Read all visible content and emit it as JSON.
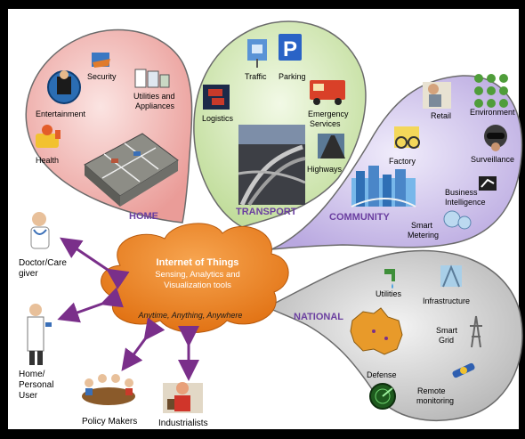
{
  "center": {
    "title": "Internet of Things",
    "subtitle_line1": "Sensing, Analytics and",
    "subtitle_line2": "Visualization tools",
    "tagline": "Anytime, Anything, Anywhere"
  },
  "domains": {
    "home": {
      "label": "HOME",
      "items": {
        "entertainment": "Entertainment",
        "security": "Security",
        "utilities_line1": "Utilities and",
        "utilities_line2": "Appliances",
        "health": "Health"
      }
    },
    "transport": {
      "label": "TRANSPORT",
      "items": {
        "traffic": "Traffic",
        "parking": "Parking",
        "parking_sign": "P",
        "logistics": "Logistics",
        "emergency_line1": "Emergency",
        "emergency_line2": "Services",
        "highways": "Highways"
      }
    },
    "community": {
      "label": "COMMUNITY",
      "items": {
        "retail": "Retail",
        "environment": "Environment",
        "factory": "Factory",
        "surveillance": "Surveillance",
        "business_line1": "Business",
        "business_line2": "Intelligence",
        "metering_line1": "Smart",
        "metering_line2": "Metering"
      }
    },
    "national": {
      "label": "NATIONAL",
      "items": {
        "utilities": "Utilities",
        "infrastructure": "Infrastructure",
        "grid_line1": "Smart",
        "grid_line2": "Grid",
        "defense": "Defense",
        "remote_line1": "Remote",
        "remote_line2": "monitoring"
      }
    }
  },
  "stakeholders": {
    "doctor_line1": "Doctor/Care",
    "doctor_line2": "giver",
    "home_user_line1": "Home/",
    "home_user_line2": "Personal",
    "home_user_line3": "User",
    "policy_makers": "Policy Makers",
    "industrialists": "Industrialists"
  },
  "colors": {
    "frame": "#000000",
    "background": "#ffffff",
    "home_bubble": "#f2c6c4",
    "transport_bubble": "#d9ecc0",
    "community_bubble": "#d7cdee",
    "national_bubble": "#d4d4d4",
    "cloud": "#f08a2c",
    "arrow": "#7a2f8a",
    "domain_label": "#6b3fa0"
  }
}
